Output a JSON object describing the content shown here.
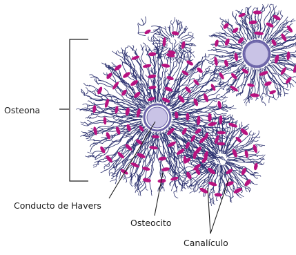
{
  "labels": {
    "osteona": "Osteona",
    "conducto_havers": "Conducto de Havers",
    "osteocito": "Osteocito",
    "canaliculo": "Canalículo"
  },
  "colors": {
    "canaliculi": "#2a2f6e",
    "osteocyte": "#b8127f",
    "canal_fill": "#c9c3e6",
    "canal_ring": "#6b63a8",
    "leader": "#1a1a1a"
  }
}
